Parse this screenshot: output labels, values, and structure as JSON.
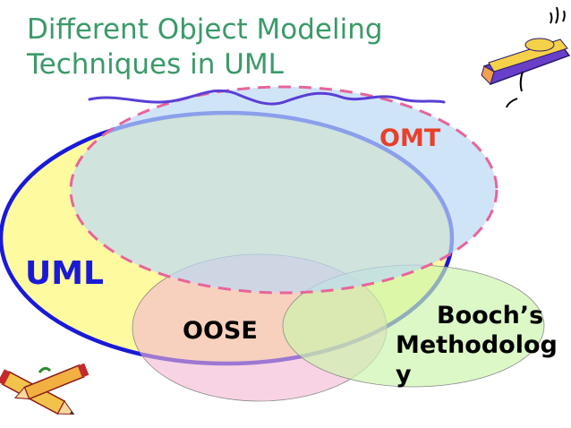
{
  "slide": {
    "title_line1": "Different Object Modeling",
    "title_line2": "Techniques in UML"
  },
  "diagram": {
    "labels": {
      "omt": "OMT",
      "uml": "UML",
      "oose": "OOSE",
      "booch_line1": "Booch’s",
      "booch_line2": "Methodolog",
      "booch_line3": "y"
    },
    "colors": {
      "title": "#3a9a68",
      "uml_fill": "#fdfaa0",
      "uml_stroke": "#1a1ad6",
      "omt_fill": "#bcd9f5",
      "omt_stroke": "#e8649a",
      "oose_fill": "#f3b5d0",
      "booch_fill": "#cbf5ad",
      "omt_text": "#e8402a",
      "uml_text": "#1a1ad6"
    },
    "icons": [
      "scribble-line",
      "pencil-clipart",
      "crossed-pencils-clipart"
    ]
  }
}
